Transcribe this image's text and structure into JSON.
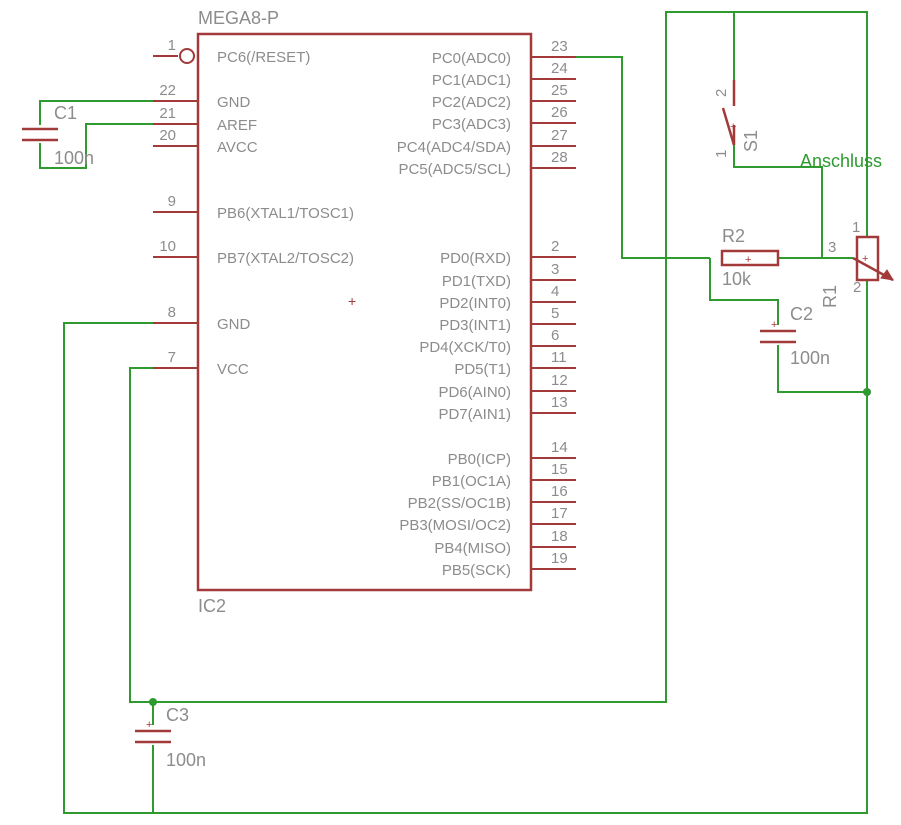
{
  "ic": {
    "name": "IC2",
    "value": "MEGA8-P",
    "left_pins": [
      {
        "num": "1",
        "name": "PC6(/RESET)"
      },
      {
        "num": "22",
        "name": "GND"
      },
      {
        "num": "21",
        "name": "AREF"
      },
      {
        "num": "20",
        "name": "AVCC"
      },
      {
        "num": "9",
        "name": "PB6(XTAL1/TOSC1)"
      },
      {
        "num": "10",
        "name": "PB7(XTAL2/TOSC2)"
      },
      {
        "num": "8",
        "name": "GND"
      },
      {
        "num": "7",
        "name": "VCC"
      }
    ],
    "right_pins": [
      {
        "num": "23",
        "name": "PC0(ADC0)"
      },
      {
        "num": "24",
        "name": "PC1(ADC1)"
      },
      {
        "num": "25",
        "name": "PC2(ADC2)"
      },
      {
        "num": "26",
        "name": "PC3(ADC3)"
      },
      {
        "num": "27",
        "name": "PC4(ADC4/SDA)"
      },
      {
        "num": "28",
        "name": "PC5(ADC5/SCL)"
      },
      {
        "num": "2",
        "name": "PD0(RXD)"
      },
      {
        "num": "3",
        "name": "PD1(TXD)"
      },
      {
        "num": "4",
        "name": "PD2(INT0)"
      },
      {
        "num": "5",
        "name": "PD3(INT1)"
      },
      {
        "num": "6",
        "name": "PD4(XCK/T0)"
      },
      {
        "num": "11",
        "name": "PD5(T1)"
      },
      {
        "num": "12",
        "name": "PD6(AIN0)"
      },
      {
        "num": "13",
        "name": "PD7(AIN1)"
      },
      {
        "num": "14",
        "name": "PB0(ICP)"
      },
      {
        "num": "15",
        "name": "PB1(OC1A)"
      },
      {
        "num": "16",
        "name": "PB2(SS/OC1B)"
      },
      {
        "num": "17",
        "name": "PB3(MOSI/OC2)"
      },
      {
        "num": "18",
        "name": "PB4(MISO)"
      },
      {
        "num": "19",
        "name": "PB5(SCK)"
      }
    ]
  },
  "c1": {
    "name": "C1",
    "value": "100n"
  },
  "c2": {
    "name": "C2",
    "value": "100n"
  },
  "c3": {
    "name": "C3",
    "value": "100n"
  },
  "r2": {
    "name": "R2",
    "value": "10k"
  },
  "r1": {
    "name": "R1",
    "pin1": "1",
    "pin2": "2",
    "pin3": "3"
  },
  "s1": {
    "name": "S1",
    "pin1": "1",
    "pin2": "2"
  },
  "net_label": "Anschluss",
  "colors": {
    "wire": "#2f9a2f",
    "part": "#a33a3a",
    "text": "#8c8c8c"
  }
}
